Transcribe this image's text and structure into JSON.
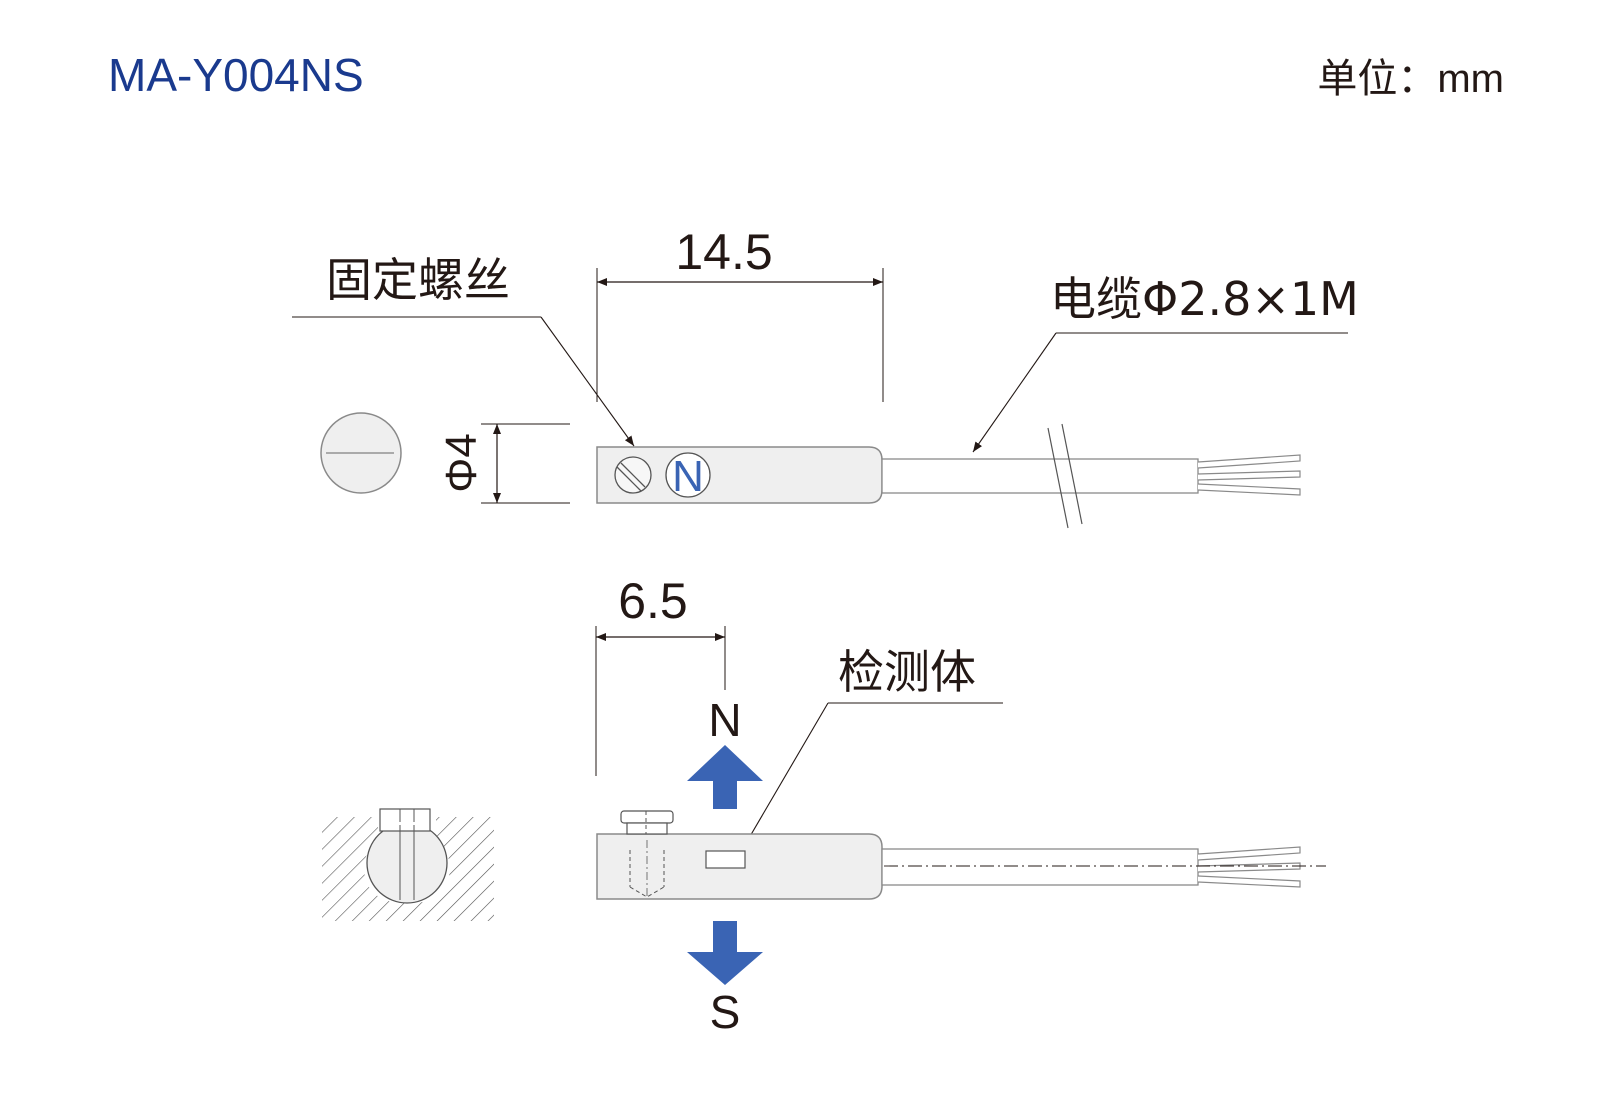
{
  "header": {
    "model": "MA-Y004NS",
    "unit": "单位：mm"
  },
  "dimensions": {
    "length_label": "14.5",
    "detect_offset_label": "6.5",
    "diameter_label": "Φ4"
  },
  "callouts": {
    "fixing_screw": "固定螺丝",
    "cable": "电缆Φ2.8×1M",
    "sensing_element": "检测体"
  },
  "magnet": {
    "badge": "N",
    "north": "N",
    "south": "S"
  },
  "colors": {
    "title": "#1a3a8e",
    "arrow": "#3a64b4",
    "body_fill": "#efefef",
    "line": "#231815"
  }
}
